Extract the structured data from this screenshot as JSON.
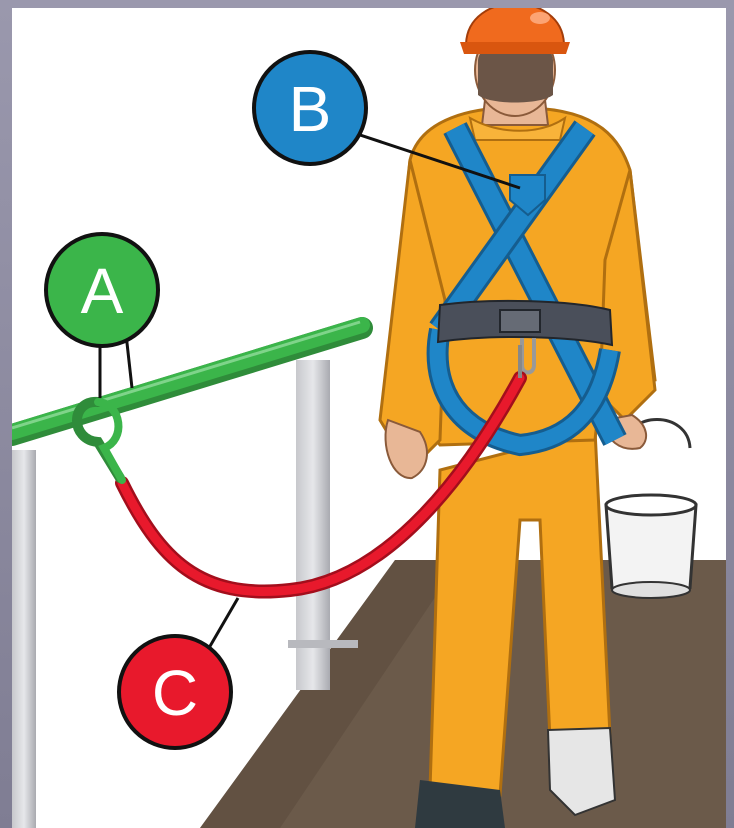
{
  "labels": {
    "a": "A",
    "b": "B",
    "c": "C"
  },
  "colors": {
    "anchor_rail": "#3bb54a",
    "harness_strap": "#1f86c8",
    "lanyard": "#e8192c",
    "coverall": "#f5a623",
    "hard_hat": "#f06a1e",
    "floor": "#6b5a4a",
    "background": "#ffffff"
  },
  "icons": {
    "worker": "worker-figure",
    "bucket": "bucket-icon",
    "hook": "snap-hook-icon"
  }
}
